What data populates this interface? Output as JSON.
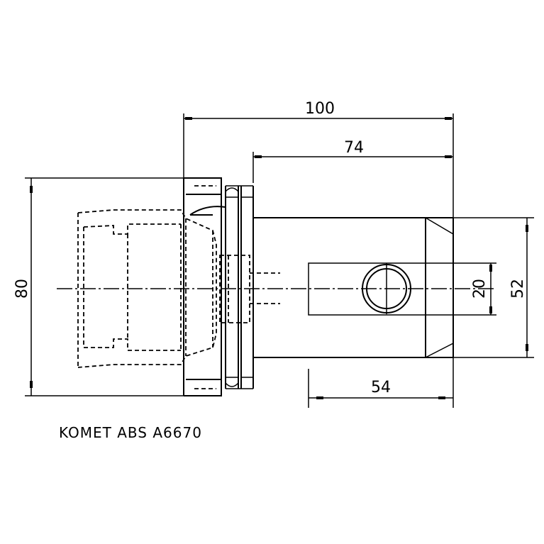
{
  "dimensions": {
    "overall_length": "100",
    "shank_length": "74",
    "flange_diameter": "80",
    "bore_diameter": "20",
    "body_diameter": "52",
    "slot_length": "54"
  },
  "caption": "KOMET ABS A6670"
}
